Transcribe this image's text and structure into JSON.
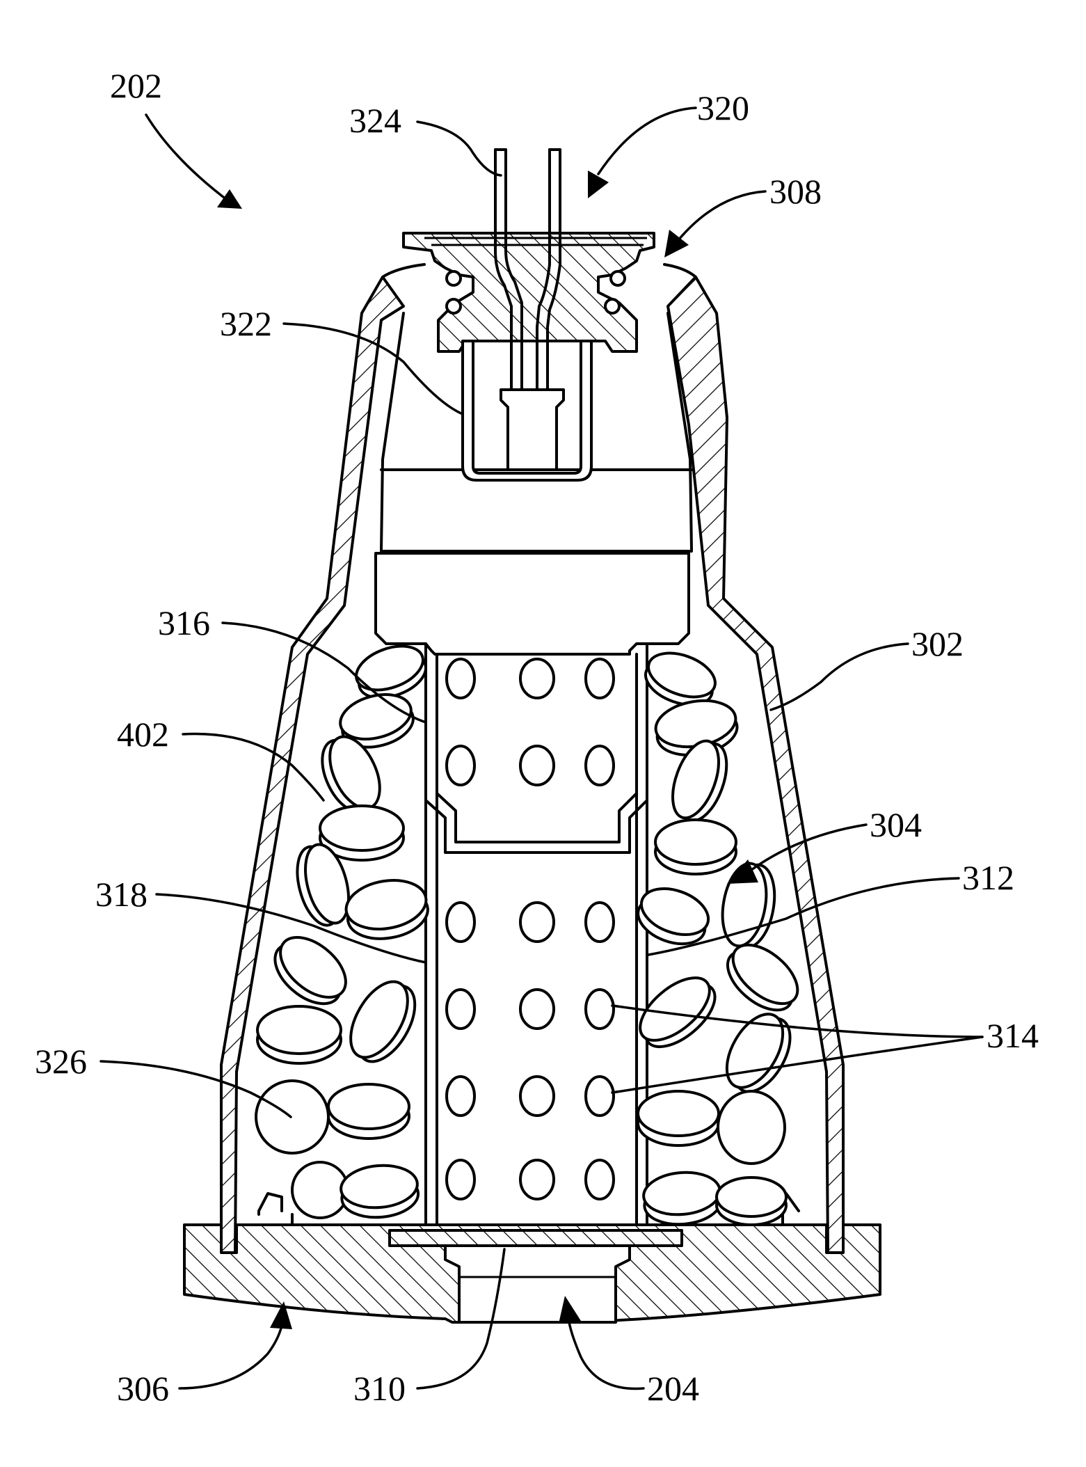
{
  "figure": {
    "description_labels": [
      "202",
      "324",
      "320",
      "308",
      "322",
      "316",
      "302",
      "402",
      "304",
      "312",
      "318",
      "314",
      "326",
      "306",
      "310",
      "204"
    ]
  },
  "labels": {
    "l202": "202",
    "l324": "324",
    "l320": "320",
    "l308": "308",
    "l322": "322",
    "l316": "316",
    "l302": "302",
    "l402": "402",
    "l304": "304",
    "l312": "312",
    "l318": "318",
    "l314": "314",
    "l326": "326",
    "l306": "306",
    "l310": "310",
    "l204": "204"
  }
}
